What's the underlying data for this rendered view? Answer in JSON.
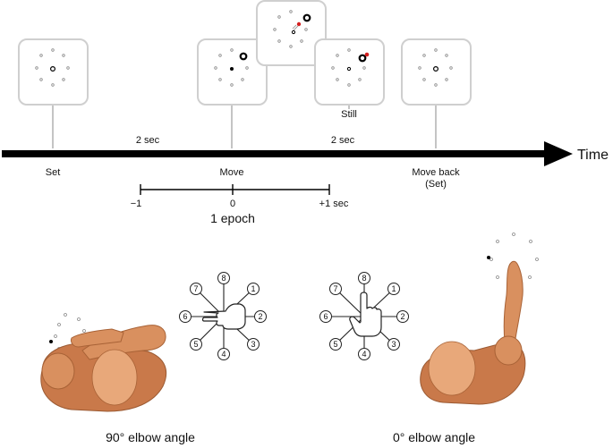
{
  "timeline": {
    "axis_label": "Time",
    "interval_1": "2 sec",
    "interval_2": "2 sec",
    "events": {
      "set": "Set",
      "move": "Move",
      "move_back": "Move back",
      "move_back_sub": "(Set)",
      "still": "Still"
    }
  },
  "epoch": {
    "ticks": [
      "−1",
      "0",
      "+1 sec"
    ],
    "label": "1 epoch"
  },
  "directions": [
    "1",
    "2",
    "3",
    "4",
    "5",
    "6",
    "7",
    "8"
  ],
  "postures": {
    "left": "90° elbow angle",
    "right": "0° elbow angle"
  },
  "colors": {
    "arrow": "#000000",
    "panel_border": "#cfcfcf",
    "target_red": "#d42020",
    "skin": "#d9905f"
  }
}
